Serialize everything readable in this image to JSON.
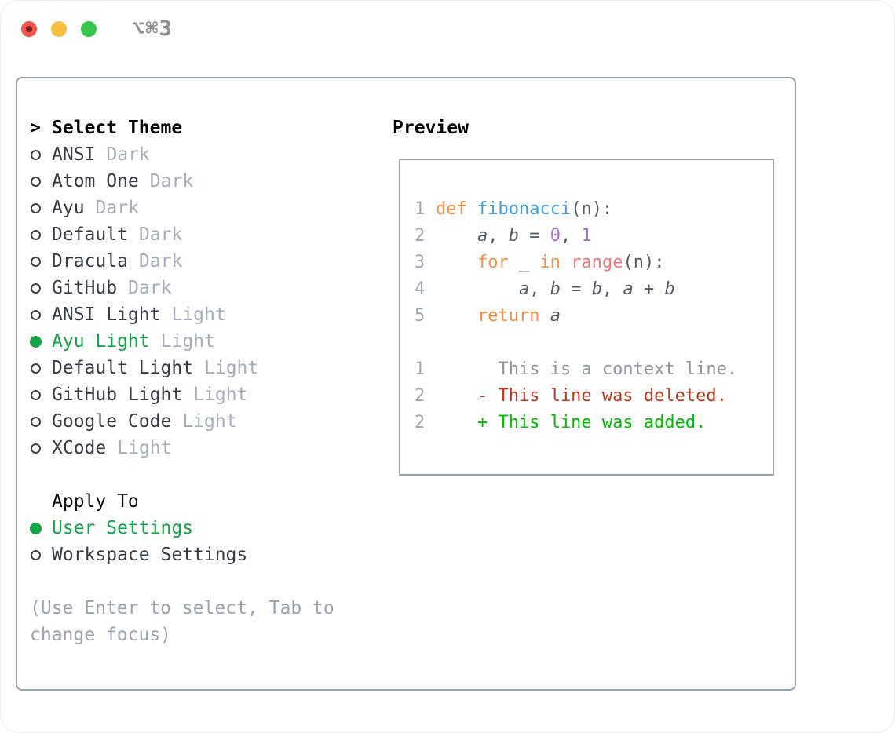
{
  "window": {
    "shortcut": "⌥⌘3",
    "traffic_lights": [
      {
        "icon": "close-traffic-light",
        "color": "#f4544e",
        "inner_dot_color": "#7d1f1a"
      },
      {
        "icon": "minimize-traffic-light",
        "color": "#f7bd40"
      },
      {
        "icon": "zoom-traffic-light",
        "color": "#36c64c"
      }
    ]
  },
  "theme_selector": {
    "cursor": ">",
    "title": "Select Theme",
    "items": [
      {
        "label": "ANSI",
        "variant": "Dark",
        "selected": false
      },
      {
        "label": "Atom One",
        "variant": "Dark",
        "selected": false
      },
      {
        "label": "Ayu",
        "variant": "Dark",
        "selected": false
      },
      {
        "label": "Default",
        "variant": "Dark",
        "selected": false
      },
      {
        "label": "Dracula",
        "variant": "Dark",
        "selected": false
      },
      {
        "label": "GitHub",
        "variant": "Dark",
        "selected": false
      },
      {
        "label": "ANSI Light",
        "variant": "Light",
        "selected": false
      },
      {
        "label": "Ayu Light",
        "variant": "Light",
        "selected": true
      },
      {
        "label": "Default Light",
        "variant": "Light",
        "selected": false
      },
      {
        "label": "GitHub Light",
        "variant": "Light",
        "selected": false
      },
      {
        "label": "Google Code",
        "variant": "Light",
        "selected": false
      },
      {
        "label": "XCode",
        "variant": "Light",
        "selected": false
      }
    ]
  },
  "apply_to": {
    "title": "Apply To",
    "options": [
      {
        "label": "User Settings",
        "selected": true
      },
      {
        "label": "Workspace Settings",
        "selected": false
      }
    ]
  },
  "hint": {
    "line1": "(Use Enter to select, Tab to",
    "line2": "change focus)"
  },
  "preview": {
    "title": "Preview",
    "code_lines": [
      {
        "num": "1",
        "tokens": [
          {
            "text": "def",
            "type": "keyword"
          },
          {
            "text": " ",
            "type": "plain"
          },
          {
            "text": "fibonacci",
            "type": "function"
          },
          {
            "text": "(n):",
            "type": "plain"
          }
        ]
      },
      {
        "num": "2",
        "tokens": [
          {
            "text": "    ",
            "type": "plain"
          },
          {
            "text": "a",
            "type": "variable"
          },
          {
            "text": ", ",
            "type": "plain"
          },
          {
            "text": "b",
            "type": "variable"
          },
          {
            "text": " = ",
            "type": "plain"
          },
          {
            "text": "0",
            "type": "number"
          },
          {
            "text": ", ",
            "type": "plain"
          },
          {
            "text": "1",
            "type": "number"
          }
        ]
      },
      {
        "num": "3",
        "tokens": [
          {
            "text": "    ",
            "type": "plain"
          },
          {
            "text": "for",
            "type": "keyword"
          },
          {
            "text": " _ ",
            "type": "plain"
          },
          {
            "text": "in",
            "type": "keyword"
          },
          {
            "text": " ",
            "type": "plain"
          },
          {
            "text": "range",
            "type": "builtin"
          },
          {
            "text": "(n):",
            "type": "plain"
          }
        ]
      },
      {
        "num": "4",
        "tokens": [
          {
            "text": "        ",
            "type": "plain"
          },
          {
            "text": "a",
            "type": "variable"
          },
          {
            "text": ", ",
            "type": "plain"
          },
          {
            "text": "b",
            "type": "variable"
          },
          {
            "text": " = ",
            "type": "plain"
          },
          {
            "text": "b",
            "type": "variable"
          },
          {
            "text": ", ",
            "type": "plain"
          },
          {
            "text": "a",
            "type": "variable"
          },
          {
            "text": " + ",
            "type": "plain"
          },
          {
            "text": "b",
            "type": "variable"
          }
        ]
      },
      {
        "num": "5",
        "tokens": [
          {
            "text": "    ",
            "type": "plain"
          },
          {
            "text": "return",
            "type": "keyword"
          },
          {
            "text": " ",
            "type": "plain"
          },
          {
            "text": "a",
            "type": "variable"
          }
        ]
      }
    ],
    "diff_lines": [
      {
        "num": "1",
        "marker": " ",
        "text": "This is a context line.",
        "type": "context"
      },
      {
        "num": "2",
        "marker": "-",
        "text": "This line was deleted.",
        "type": "deleted"
      },
      {
        "num": "2",
        "marker": "+",
        "text": "This line was added.",
        "type": "added"
      }
    ]
  },
  "colors": {
    "panel_border": "#9aa2ae",
    "selection_green": "#13a547",
    "muted_gray": "#a6aebb",
    "item_text": "#363c45",
    "line_number_gray": "#a2aab6",
    "code_foreground": "#545b63",
    "syntax_keyword_orange": "#fa8d3e",
    "syntax_function_blue": "#3d9fe0",
    "syntax_number_purple": "#a76fce",
    "syntax_builtin_salmon": "#f7747e",
    "diff_context_gray": "#9197a1",
    "diff_deleted_red": "#c0371d",
    "diff_added_green": "#00bd00"
  }
}
